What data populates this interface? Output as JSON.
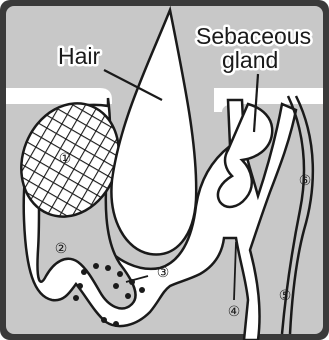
{
  "labels": {
    "hair": "Hair",
    "sebaceous_line1": "Sebaceous",
    "sebaceous_line2": "gland"
  },
  "markers": [
    "①",
    "②",
    "③",
    "④",
    "⑤",
    "⑥"
  ],
  "colors": {
    "border": "#3a3a3a",
    "tissue": "#c8c8c8",
    "cavity": "#ffffff",
    "outline": "#1a1a1a"
  }
}
